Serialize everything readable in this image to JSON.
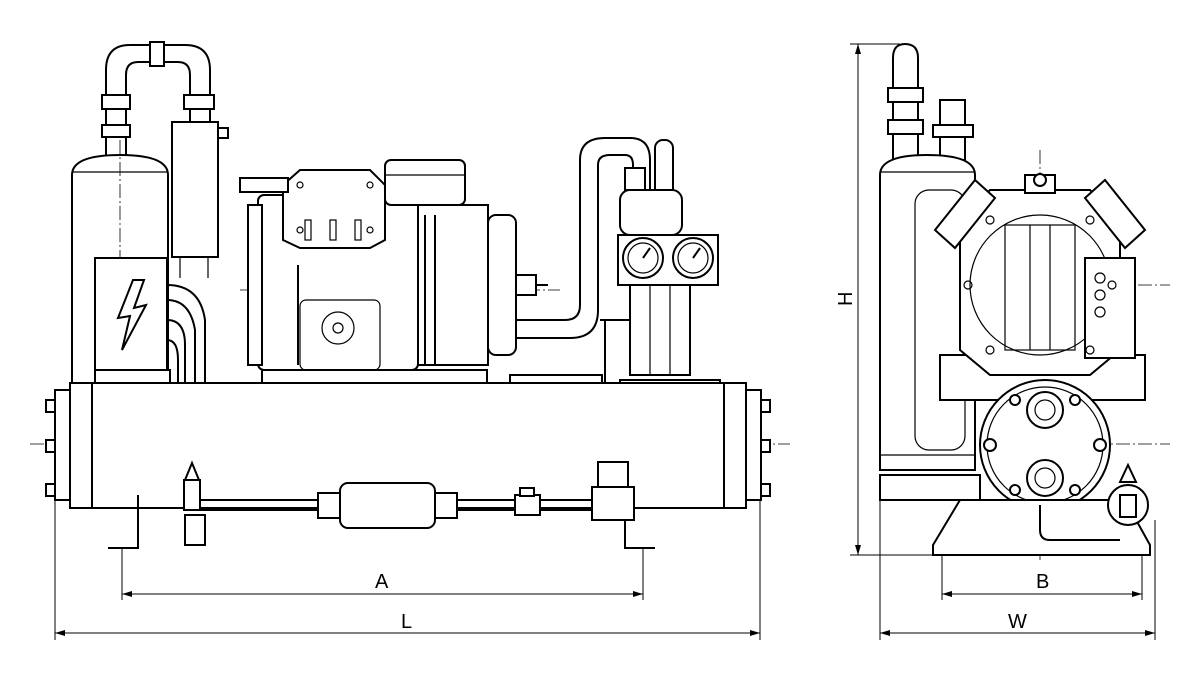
{
  "front_view": {
    "dimensions": {
      "a_label": "A",
      "l_label": "L"
    }
  },
  "side_view": {
    "dimensions": {
      "h_label": "H",
      "b_label": "B",
      "w_label": "W"
    }
  },
  "colors": {
    "line": "#000000",
    "background": "#ffffff"
  }
}
